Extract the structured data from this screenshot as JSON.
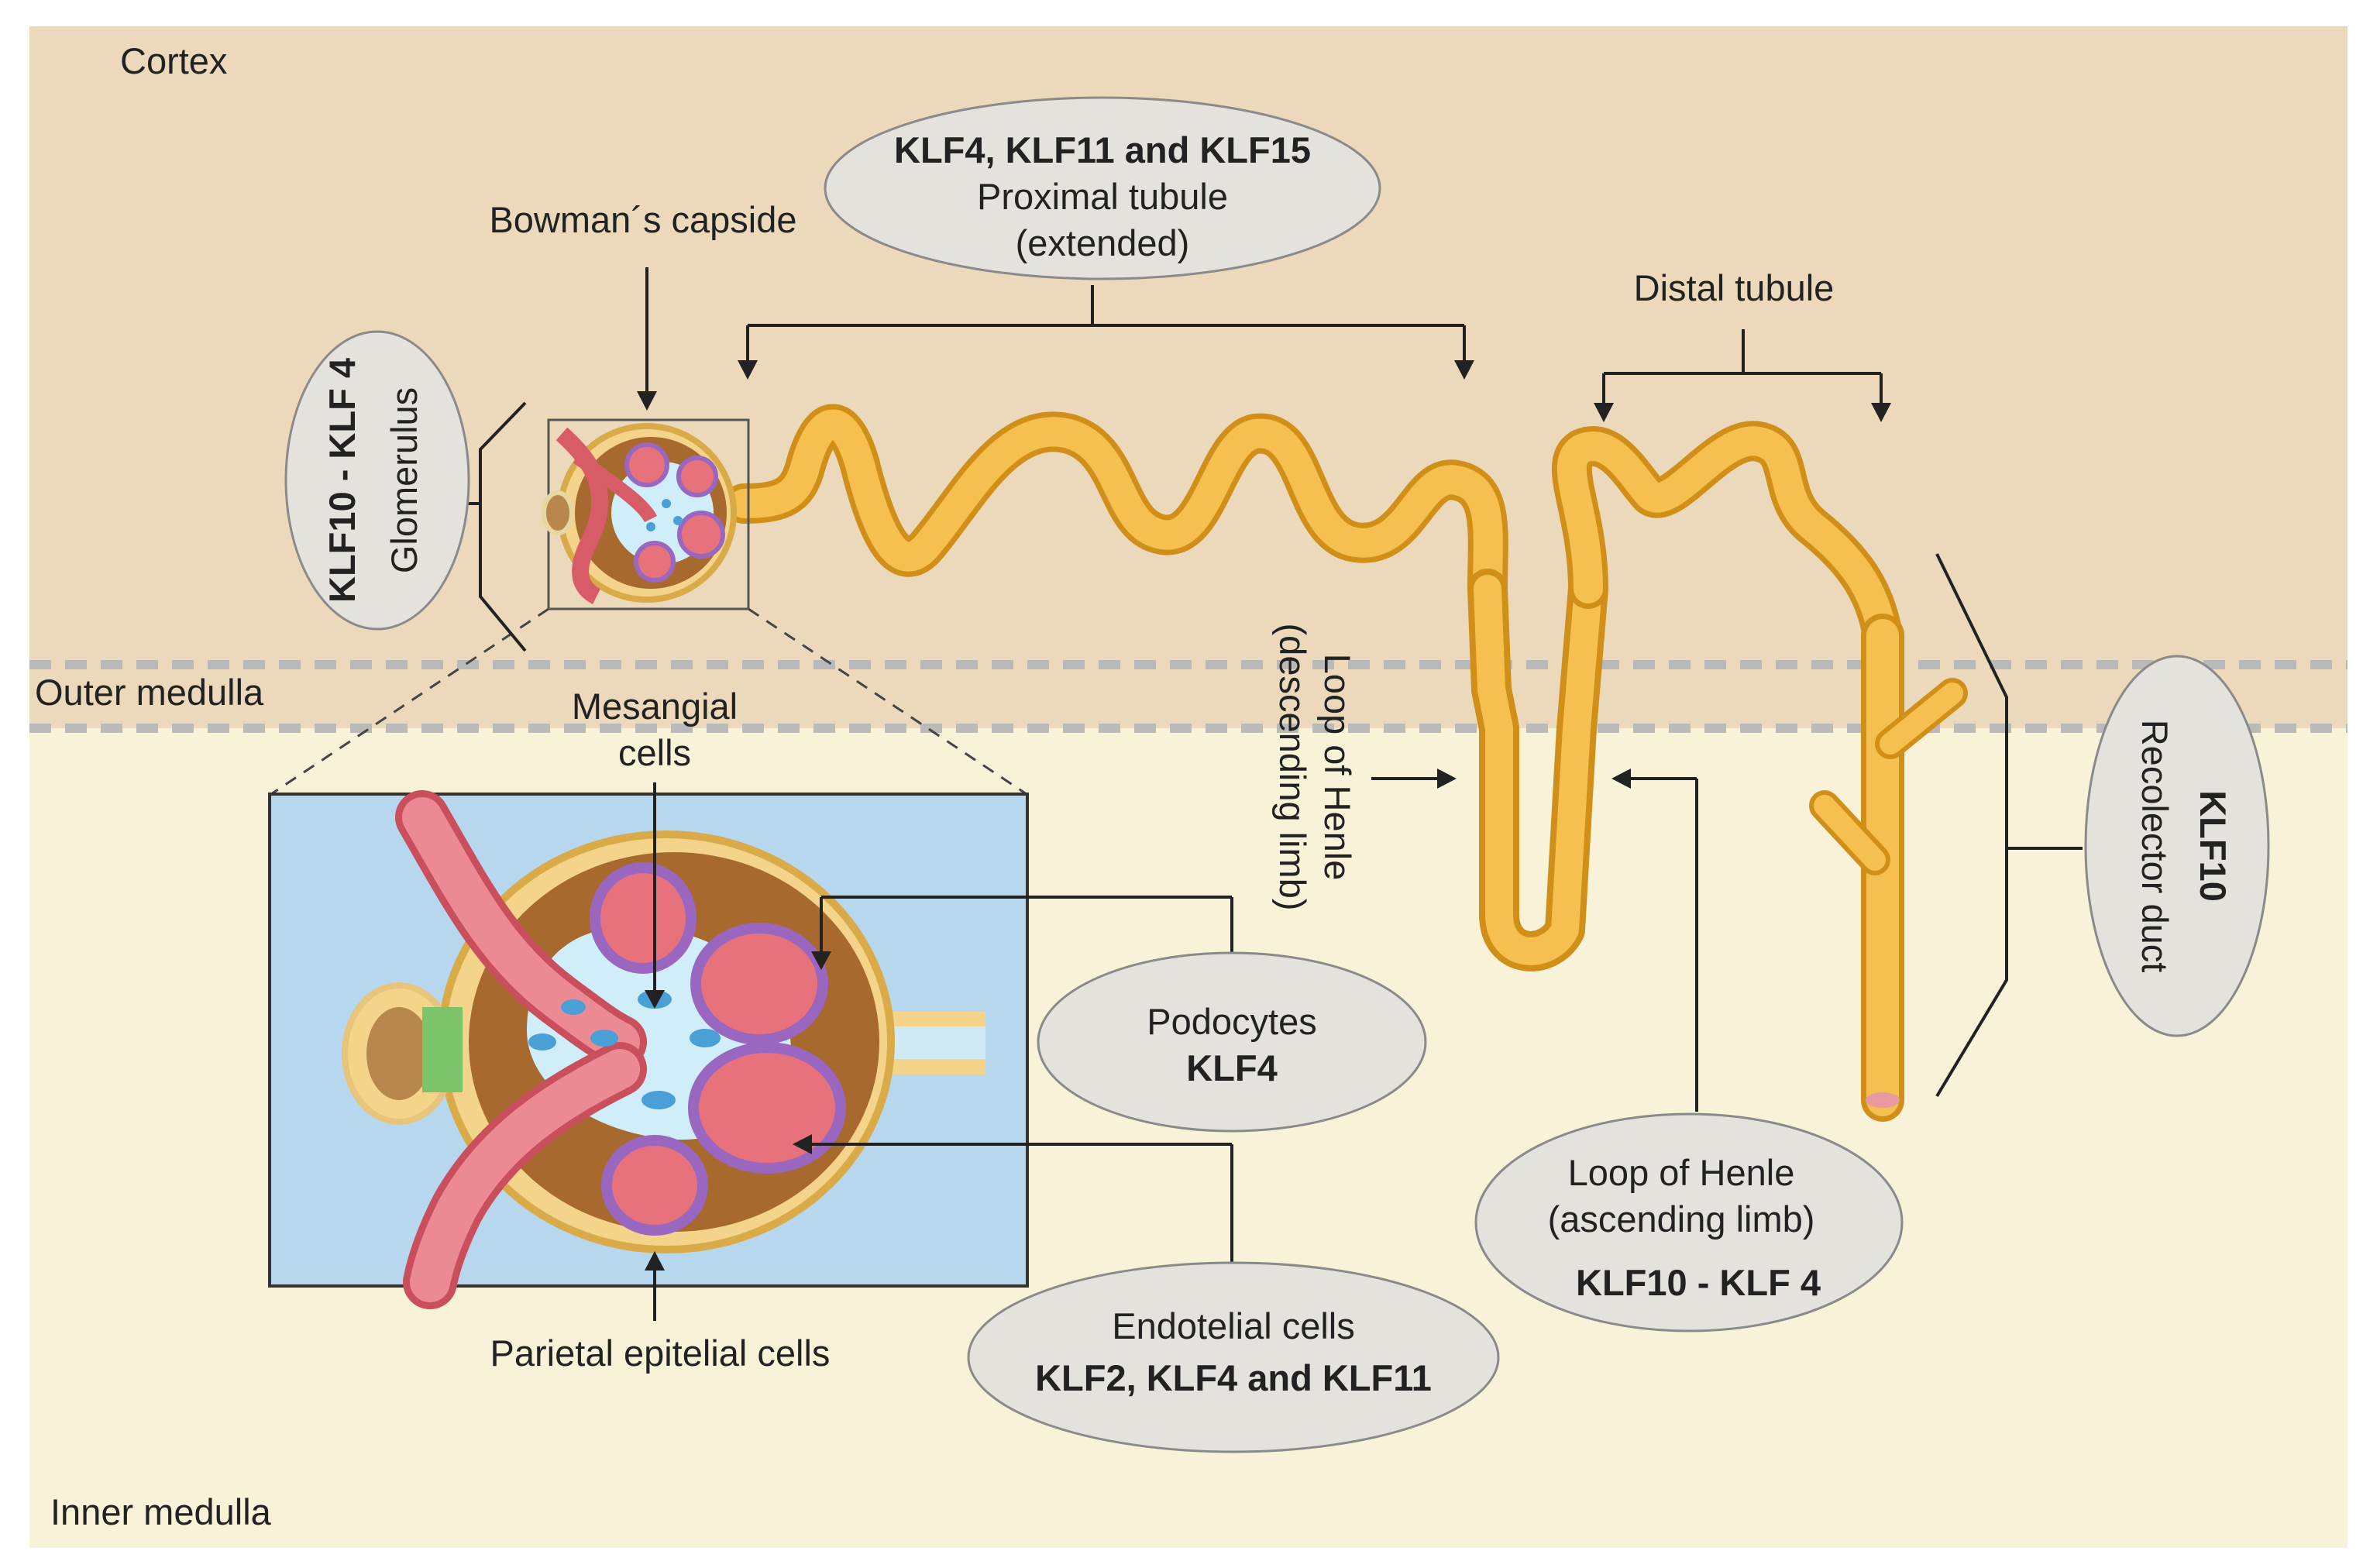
{
  "zones": {
    "cortex": "Cortex",
    "outer_medulla": "Outer medulla",
    "inner_medulla": "Inner medulla"
  },
  "labels": {
    "bowman": "Bowman´s capside",
    "mesangial_1": "Mesangial",
    "mesangial_2": "cells",
    "parietal": "Parietal epitelial cells",
    "distal": "Distal tubule",
    "henle_desc_1": "Loop of Henle",
    "henle_desc_2": "(descending limb)"
  },
  "callouts": {
    "proximal": {
      "genes": "KLF4, KLF11 and KLF15",
      "line1": "Proximal tubule",
      "line2": "(extended)"
    },
    "glomerulus": {
      "genes": "KLF10 - KLF 4",
      "name": "Glomerulus"
    },
    "podocytes": {
      "name": "Podocytes",
      "genes": "KLF4"
    },
    "endothelial": {
      "name": "Endotelial cells",
      "genes": "KLF2, KLF4 and KLF11"
    },
    "henle_asc": {
      "line1": "Loop of Henle",
      "line2": "(ascending limb)",
      "genes": "KLF10 - KLF 4"
    },
    "collector": {
      "genes": "KLF10",
      "name": "Recolector  duct"
    }
  },
  "colors": {
    "cortex_bg": "#ecd9bb",
    "outer_medulla_bg": "#ecd9bb",
    "inner_medulla_bg": "#f7f2d8",
    "inset_bg": "#b7d7ee",
    "tubule": "#f2b43c",
    "tubule_edge": "#d08f18",
    "vessel": "#e06d78",
    "capsule": "#a86a35",
    "podocyte": "#b089c9",
    "mesangial": "#4a9fd6",
    "callout_fill": "#e4e2dd"
  }
}
